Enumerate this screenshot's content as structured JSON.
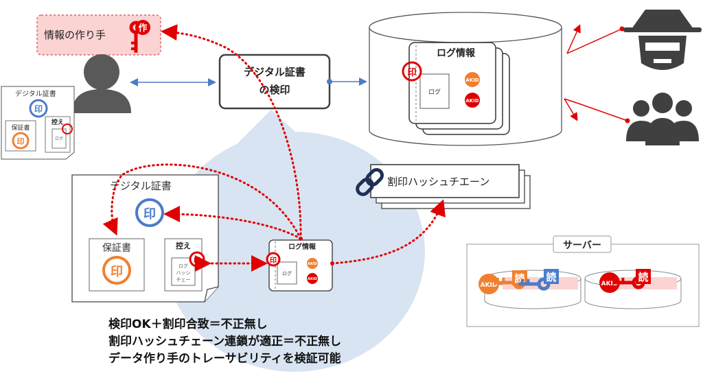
{
  "creator_box": {
    "label": "情報の作り手",
    "key_char": "作"
  },
  "doc_small": {
    "title": "デジタル証書",
    "stamp_char": "印",
    "cert_label": "保証書",
    "copy_label": "控え",
    "copy_inner": "ログ"
  },
  "verify_box": {
    "line1": "デジタル証書",
    "line2": "の検印"
  },
  "log_db": {
    "title": "ログ情報",
    "inner": "ログ",
    "badge1": "AKID",
    "badge2": "AKID",
    "seal_char": "印"
  },
  "hash_chain": {
    "label": "割印ハッシュチエーン"
  },
  "bubble": {
    "doc_title": "デジタル証書",
    "stamp_char": "印",
    "cert_label": "保証書",
    "copy_label": "控え",
    "copy_inner": [
      "ログ",
      "ハッシ",
      "チェー"
    ],
    "log_title": "ログ情報",
    "log_inner": "ログ",
    "badge1": "AKID",
    "badge2": "AKID",
    "seal_char": "印"
  },
  "server": {
    "title": "サーバー",
    "left": {
      "badge": "AKID",
      "key1": "読",
      "key2": "読"
    },
    "right": {
      "badge": "AKID",
      "key": "読"
    }
  },
  "captions": [
    "検印OK＋割印合致＝不正無し",
    "割印ハッシュチェーン連鎖が適正＝不正無し",
    "データ作り手のトレーサビリティを検証可能"
  ],
  "colors": {
    "red": "#e00000",
    "orange": "#f08030",
    "blue": "#4a7cc8",
    "bubble": "#d8e4f2",
    "pink": "#fbd3d3",
    "gray": "#595959"
  }
}
